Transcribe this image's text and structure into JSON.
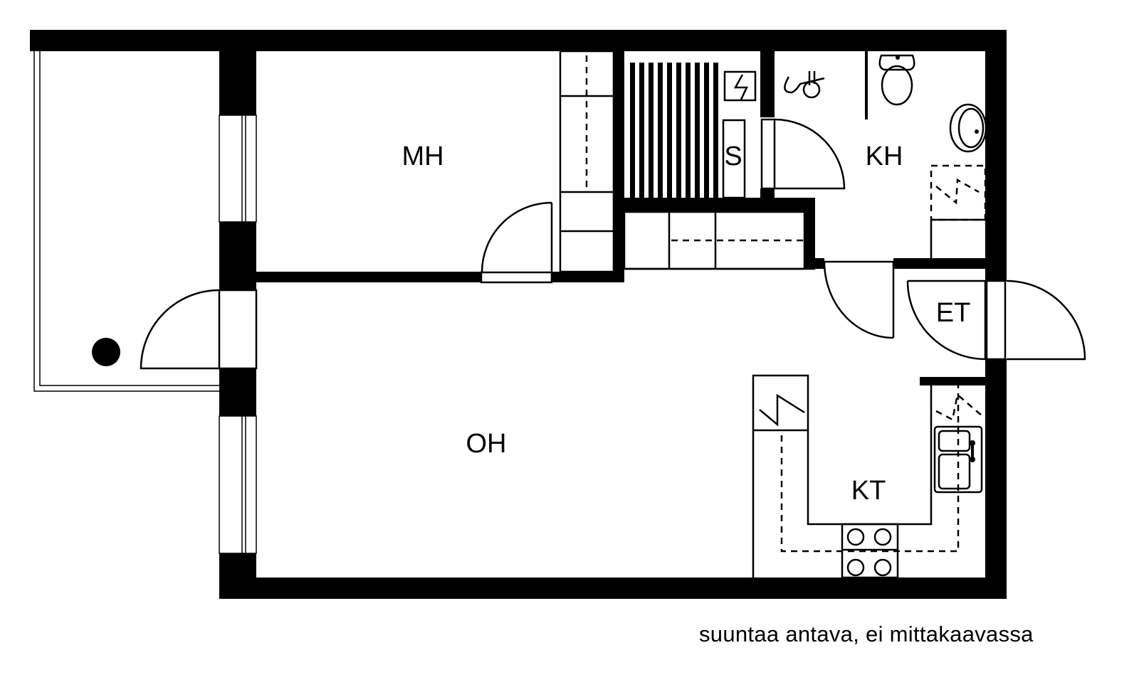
{
  "rooms": {
    "mh": "MH",
    "oh": "OH",
    "s": "S",
    "kh": "KH",
    "et": "ET",
    "kt": "KT"
  },
  "note": "suuntaa antava, ei mittakaavassa"
}
